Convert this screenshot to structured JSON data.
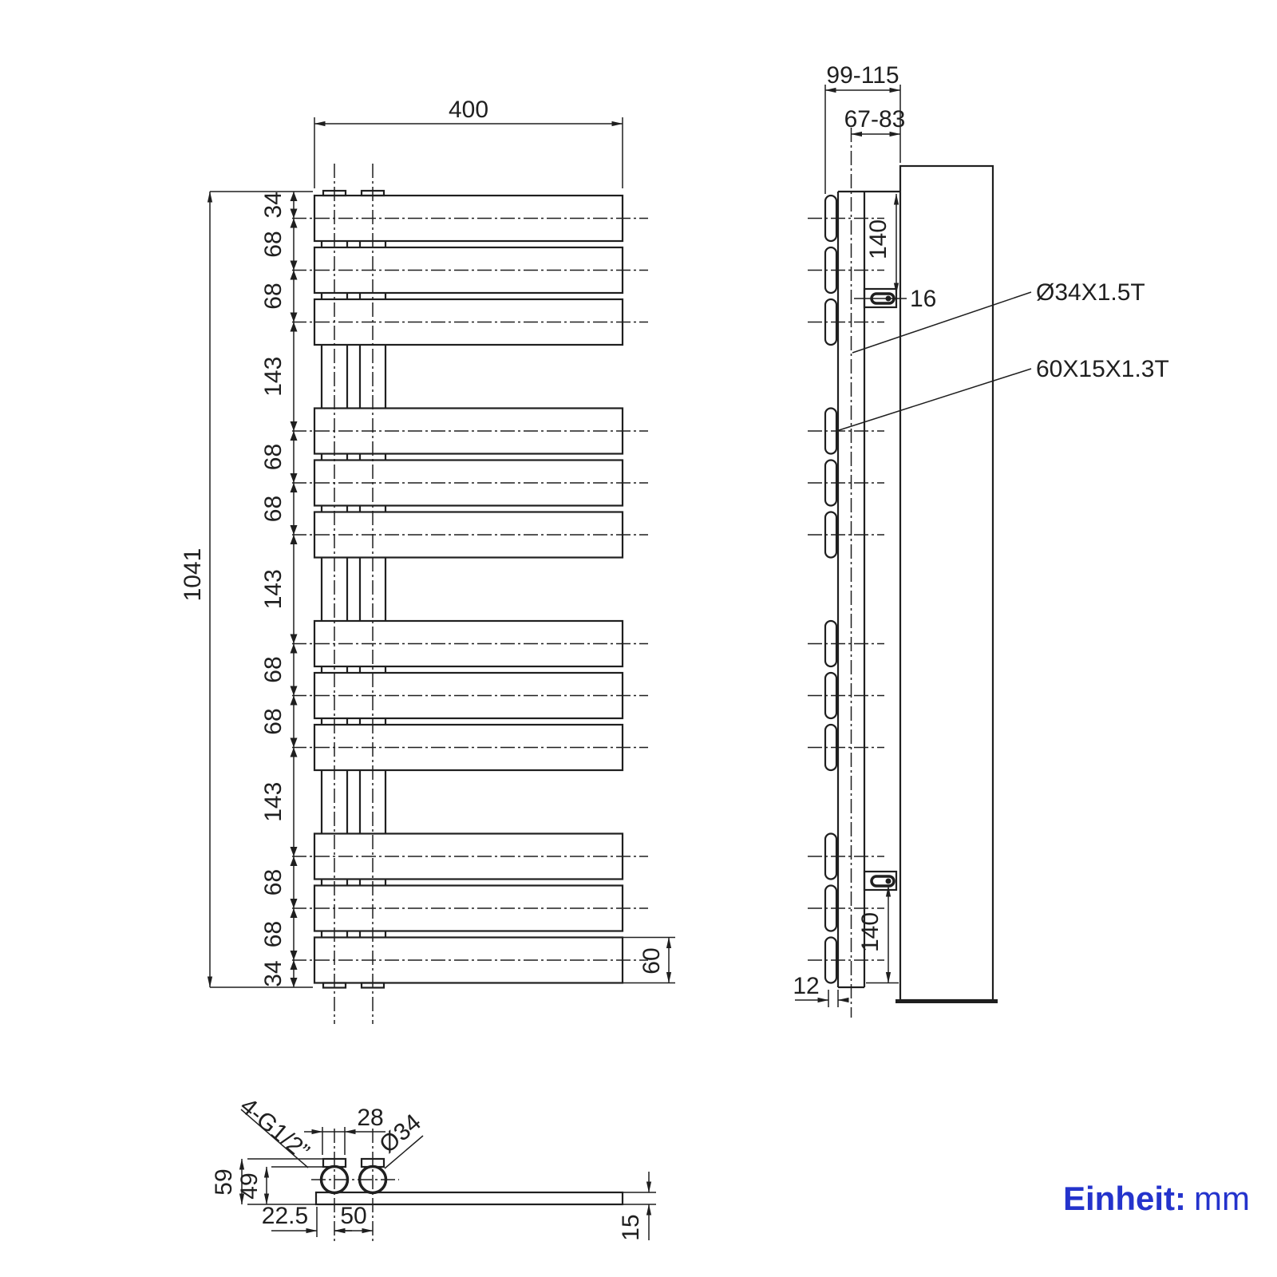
{
  "drawing": {
    "front_view": {
      "width": "400",
      "height": "1041",
      "panel_height": "60",
      "chain": [
        "34",
        "68",
        "68",
        "143",
        "68",
        "68",
        "143",
        "68",
        "68",
        "143",
        "68",
        "68",
        "34"
      ]
    },
    "side_view": {
      "mount_depth_range": "99-115",
      "wall_to_tube_range": "67-83",
      "bracket_offset_top": "140",
      "bracket_offset_bottom": "140",
      "bracket_slot": "16",
      "tube_spec": "Ø34X1.5T",
      "panel_spec": "60X15X1.3T",
      "panel_tube_gap": "12"
    },
    "bottom_view": {
      "thread_spec": "4-G1/2”",
      "stub_width": "28",
      "tube_diameter": "Ø34",
      "stub_height": "59",
      "tube_height": "49",
      "edge_to_tube_center": "22.5",
      "tube_center_spacing": "50",
      "panel_thickness": "15"
    },
    "footer": {
      "unit_label": "Einheit:",
      "unit_value": "mm"
    }
  }
}
